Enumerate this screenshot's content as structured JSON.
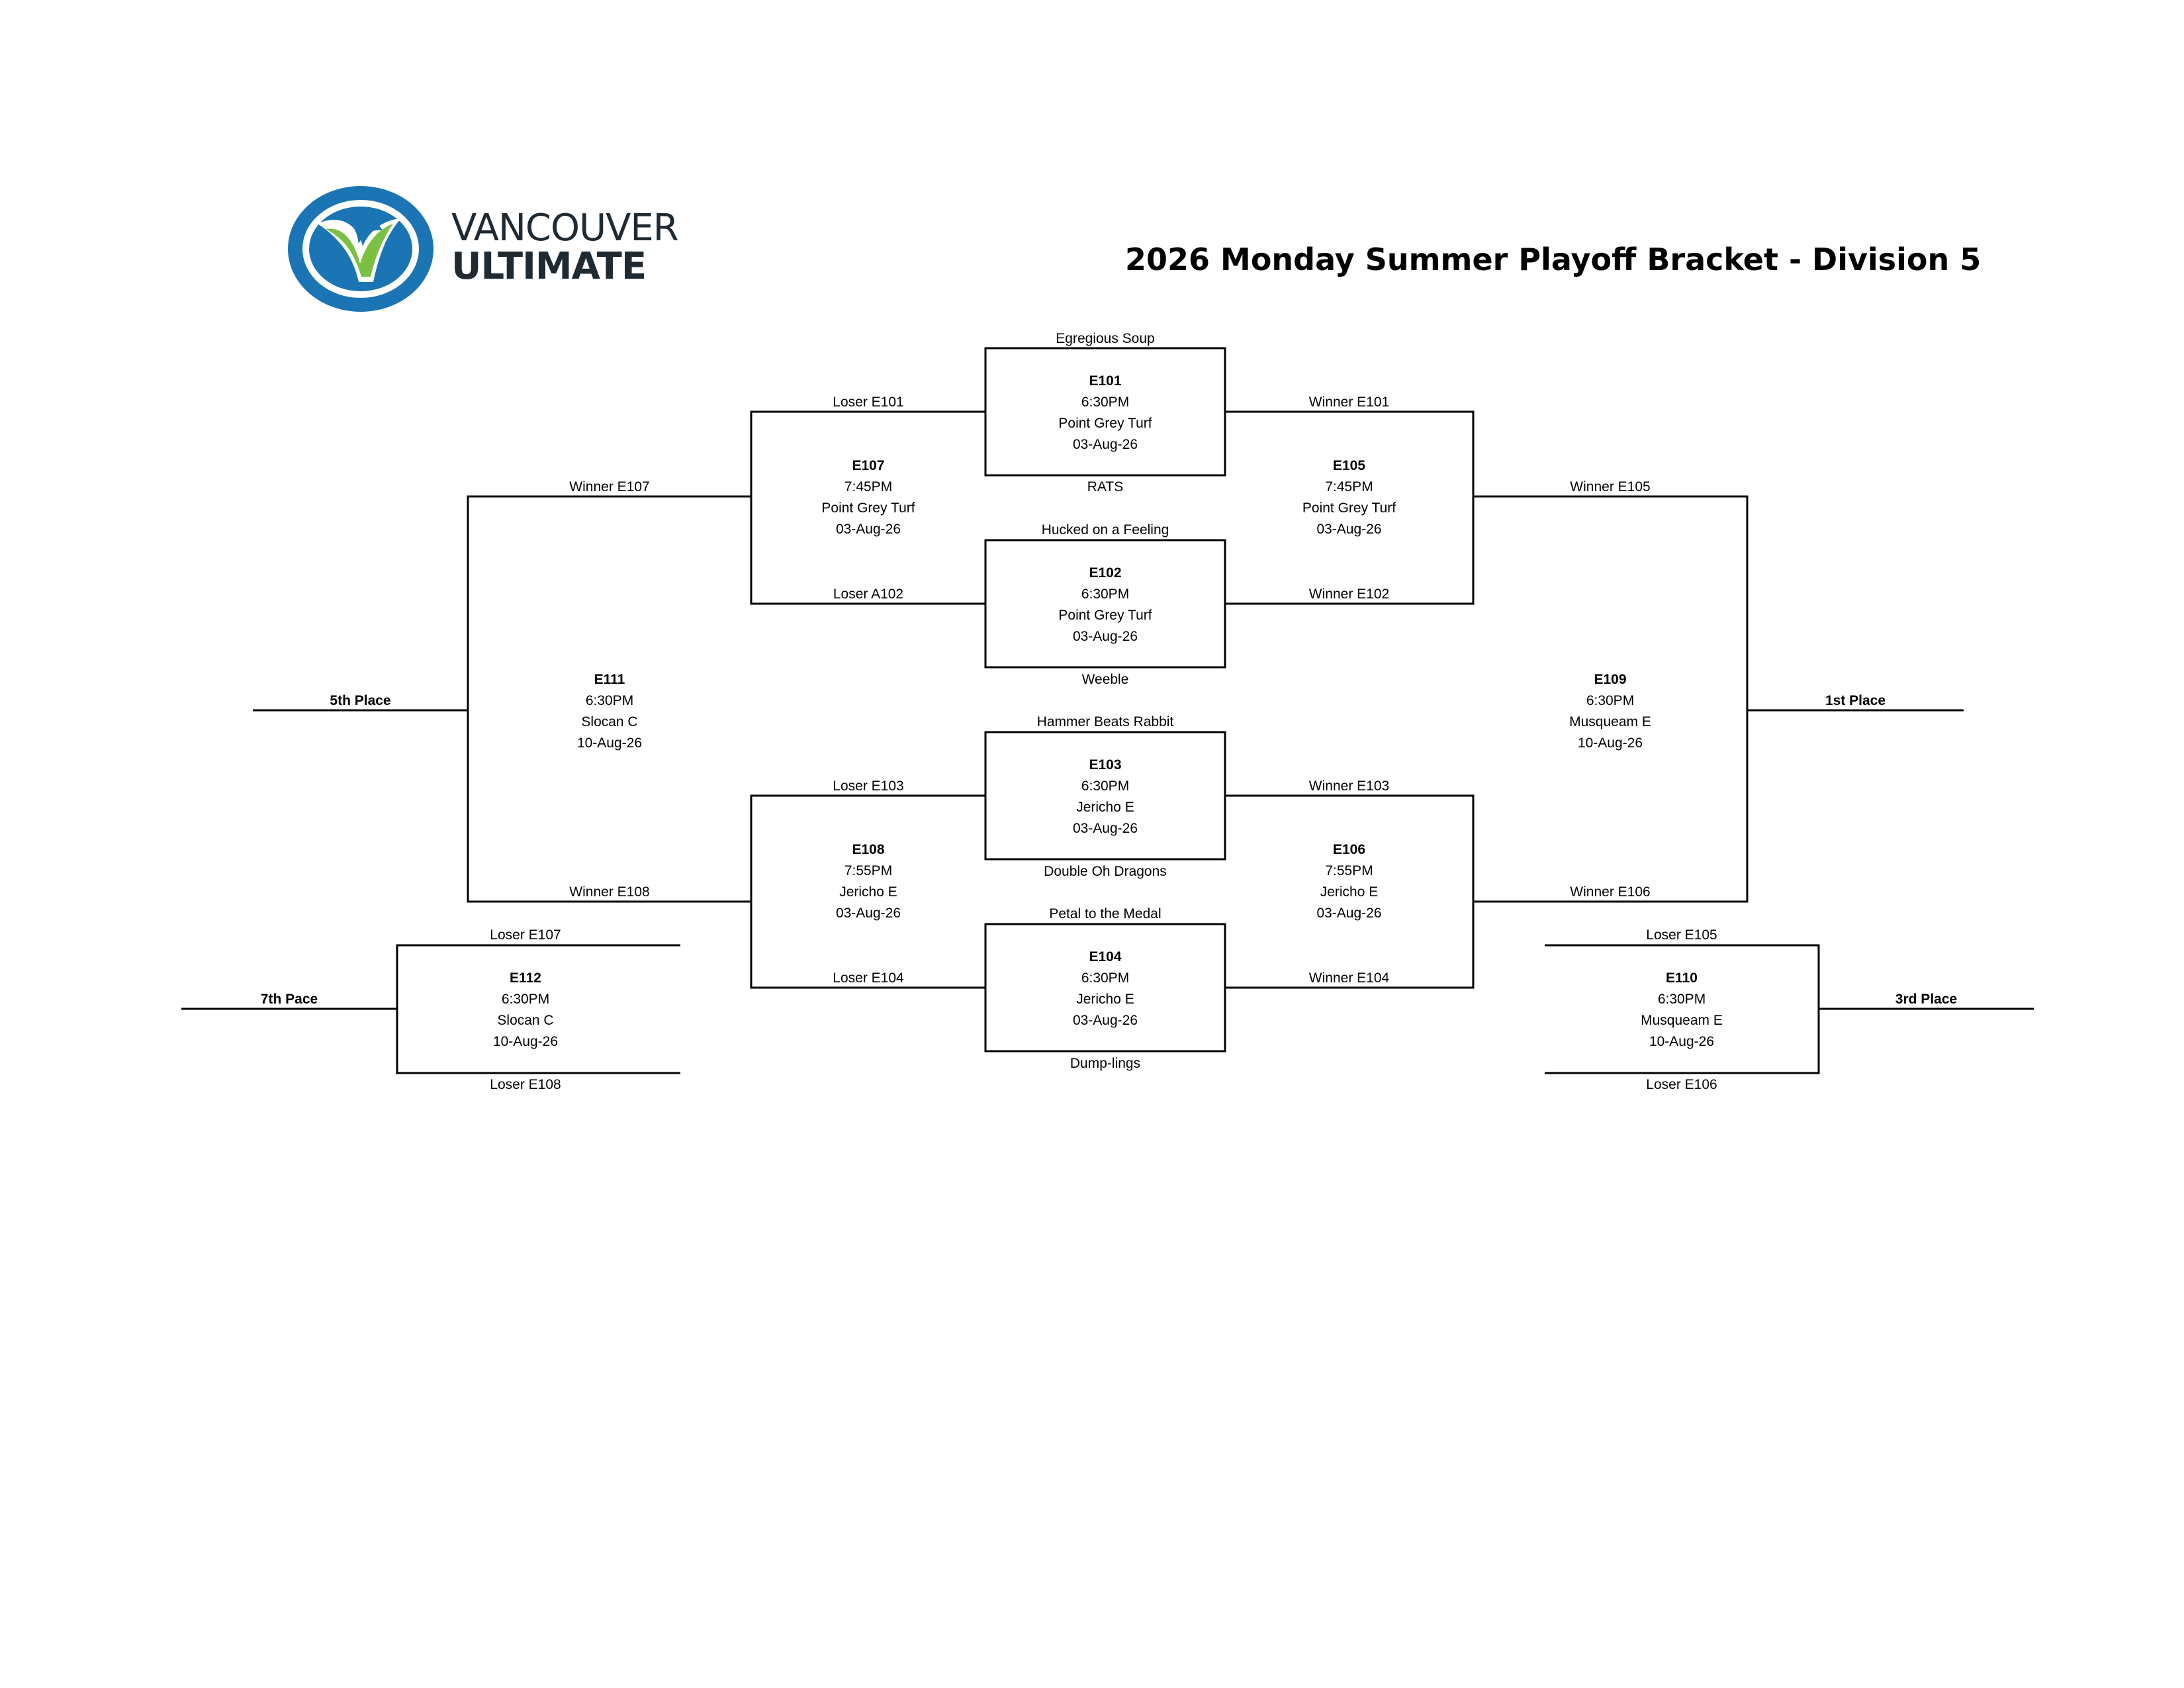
{
  "title": "2026 Monday Summer Playoff Bracket - Division 5",
  "logo": {
    "line1": "VANCOUVER",
    "line2": "ULTIMATE",
    "colors": {
      "blue": "#1b75b5",
      "green": "#7ac143",
      "dark": "#1f2a33"
    }
  },
  "games": {
    "e101": {
      "code": "E101",
      "time": "6:30PM",
      "field": "Point Grey Turf",
      "date": "03-Aug-26",
      "top": "Egregious Soup",
      "bottom": "RATS"
    },
    "e102": {
      "code": "E102",
      "time": "6:30PM",
      "field": "Point Grey Turf",
      "date": "03-Aug-26",
      "top": "Hucked on a Feeling",
      "bottom": "Weeble"
    },
    "e103": {
      "code": "E103",
      "time": "6:30PM",
      "field": "Jericho E",
      "date": "03-Aug-26",
      "top": "Hammer Beats Rabbit",
      "bottom": "Double Oh Dragons"
    },
    "e104": {
      "code": "E104",
      "time": "6:30PM",
      "field": "Jericho E",
      "date": "03-Aug-26",
      "top": "Petal to the Medal",
      "bottom": "Dump-lings"
    },
    "e105": {
      "code": "E105",
      "time": "7:45PM",
      "field": "Point Grey Turf",
      "date": "03-Aug-26",
      "top": "Winner E101",
      "bottom": "Winner E102"
    },
    "e106": {
      "code": "E106",
      "time": "7:55PM",
      "field": "Jericho E",
      "date": "03-Aug-26",
      "top": "Winner E103",
      "bottom": "Winner E104"
    },
    "e107": {
      "code": "E107",
      "time": "7:45PM",
      "field": "Point Grey Turf",
      "date": "03-Aug-26",
      "top": "Loser E101",
      "bottom": "Loser A102"
    },
    "e108": {
      "code": "E108",
      "time": "7:55PM",
      "field": "Jericho E",
      "date": "03-Aug-26",
      "top": "Loser E103",
      "bottom": "Loser E104"
    },
    "e109": {
      "code": "E109",
      "time": "6:30PM",
      "field": "Musqueam E",
      "date": "10-Aug-26",
      "top": "Winner E105",
      "bottom": "Winner E106"
    },
    "e110": {
      "code": "E110",
      "time": "6:30PM",
      "field": "Musqueam E",
      "date": "10-Aug-26",
      "top": "Loser E105",
      "bottom": "Loser E106"
    },
    "e111": {
      "code": "E111",
      "time": "6:30PM",
      "field": "Slocan C",
      "date": "10-Aug-26",
      "top": "Winner E107",
      "bottom": "Winner E108"
    },
    "e112": {
      "code": "E112",
      "time": "6:30PM",
      "field": "Slocan C",
      "date": "10-Aug-26",
      "top": "Loser E107",
      "bottom": "Loser E108"
    }
  },
  "results": {
    "first": "1st Place",
    "third": "3rd Place",
    "fifth": "5th Place",
    "seventh": "7th Pace"
  }
}
